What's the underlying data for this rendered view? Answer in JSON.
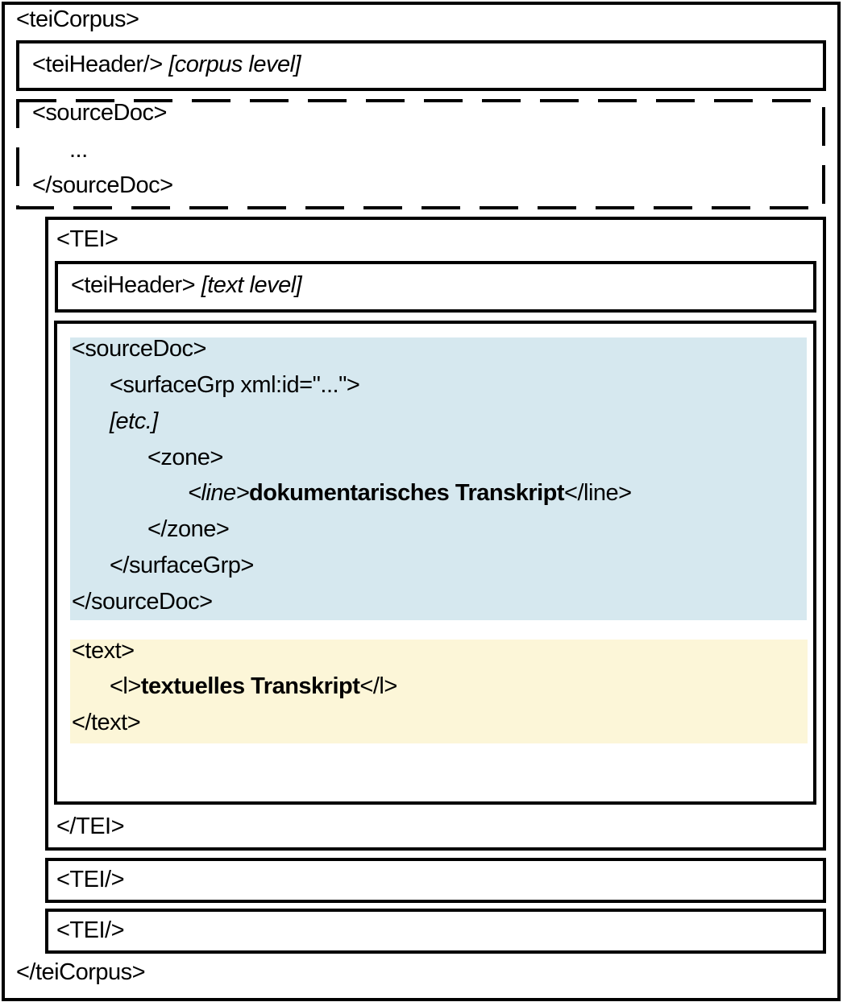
{
  "corpus": {
    "open_tag": "<teiCorpus>",
    "close_tag": "</teiCorpus>",
    "header": {
      "tag": "<teiHeader/>",
      "note": "[corpus level]"
    },
    "sourcedoc": {
      "open_tag": "<sourceDoc>",
      "ellipsis": "...",
      "close_tag": "</sourceDoc>"
    }
  },
  "tei": {
    "open_tag": "<TEI>",
    "close_tag": "</TEI>",
    "header": {
      "tag": "<teiHeader>",
      "note": "[text level]"
    },
    "sourcedoc": {
      "open_tag": "<sourceDoc>",
      "surfacegrp_open": "<surfaceGrp xml:id=\"...\">",
      "etc": "[etc.]",
      "zone_open": "<zone>",
      "line_open": "<line>",
      "line_content": "dokumentarisches Transkript",
      "line_close": "</line>",
      "zone_close": "</zone>",
      "surfacegrp_close": "</surfaceGrp>",
      "close_tag": "</sourceDoc>"
    },
    "text": {
      "open_tag": "<text>",
      "l_open": "<l>",
      "l_content": "textuelles Transkript",
      "l_close": "</l>",
      "close_tag": "</text>"
    }
  },
  "tei_empty": [
    {
      "tag": "<TEI/>"
    },
    {
      "tag": "<TEI/>"
    }
  ],
  "colors": {
    "sourcedoc_bg": "#d6e8ef",
    "text_bg": "#fcf6d8",
    "stroke": "#000000"
  }
}
